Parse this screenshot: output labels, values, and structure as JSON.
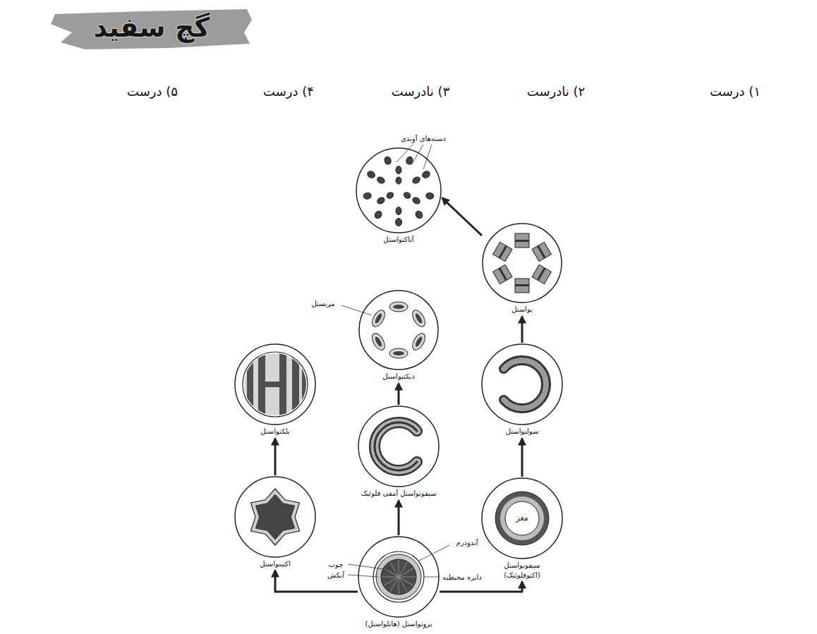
{
  "diagram": {
    "nodes": [
      {
        "text": [
          "آتاکتواستل"
        ]
      },
      {
        "text": [
          "یواستل"
        ]
      },
      {
        "text": [
          "دیکتیواستل"
        ]
      },
      {
        "text": [
          "سولنواستل"
        ]
      },
      {
        "text": [
          "پلکتواستل"
        ]
      },
      {
        "text": [
          "سیفونواستل آمفی فلوئیک"
        ]
      },
      {
        "text": [
          "سیفونواستل (اکتوفلوئیک)"
        ]
      },
      {
        "text": [
          "اکتینواستل"
        ]
      },
      {
        "text": [
          "پروتواستل (هاپلواستل)"
        ]
      }
    ],
    "edges": [
      {
        "from": 8,
        "to": 7,
        "arrow": "to"
      },
      {
        "from": 8,
        "to": 5,
        "arrow": "to"
      },
      {
        "from": 8,
        "to": 6,
        "arrow": "to"
      },
      {
        "from": 7,
        "to": 4,
        "arrow": "to"
      },
      {
        "from": 5,
        "to": 2,
        "arrow": "to"
      },
      {
        "from": 6,
        "to": 3,
        "arrow": "to"
      },
      {
        "from": 3,
        "to": 1,
        "arrow": "to"
      },
      {
        "from": 1,
        "to": 0,
        "arrow": "to"
      }
    ],
    "labels": [
      "گچ سفید",
      "۱) درست",
      "۲) نادرست",
      "۳) نادرست",
      "۴) درست",
      "۵) درست",
      "دسته‌های آوندی",
      "مریستل",
      "مغز",
      "آندودرم",
      "چوب",
      "آبکش",
      "دایره محیطیه"
    ]
  }
}
